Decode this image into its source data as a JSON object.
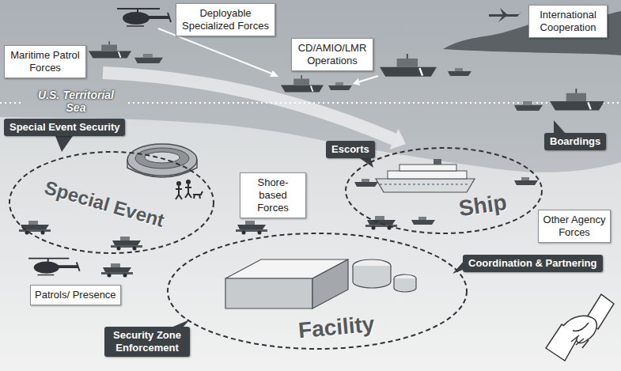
{
  "diagram": {
    "nodes": [
      {
        "text": [
          "Maritime Patrol Forces"
        ]
      },
      {
        "text": [
          "Deployable Specialized Forces"
        ]
      },
      {
        "text": [
          "CD/AMIO/LMR Operations"
        ]
      },
      {
        "text": [
          "International Cooperation"
        ]
      },
      {
        "text": [
          "Special Event Security"
        ]
      },
      {
        "text": [
          "Special Event"
        ]
      },
      {
        "text": [
          "Escorts"
        ]
      },
      {
        "text": [
          "Shore-based Forces"
        ]
      },
      {
        "text": [
          "Ship"
        ]
      },
      {
        "text": [
          "Boardings"
        ]
      },
      {
        "text": [
          "Other Agency Forces"
        ]
      },
      {
        "text": [
          "Coordination & Partnering"
        ]
      },
      {
        "text": [
          "Patrols/ Presence"
        ]
      },
      {
        "text": [
          "Facility"
        ]
      },
      {
        "text": [
          "Security Zone Enforcement"
        ]
      }
    ],
    "labels": [
      "U.S. Territorial Sea"
    ]
  }
}
